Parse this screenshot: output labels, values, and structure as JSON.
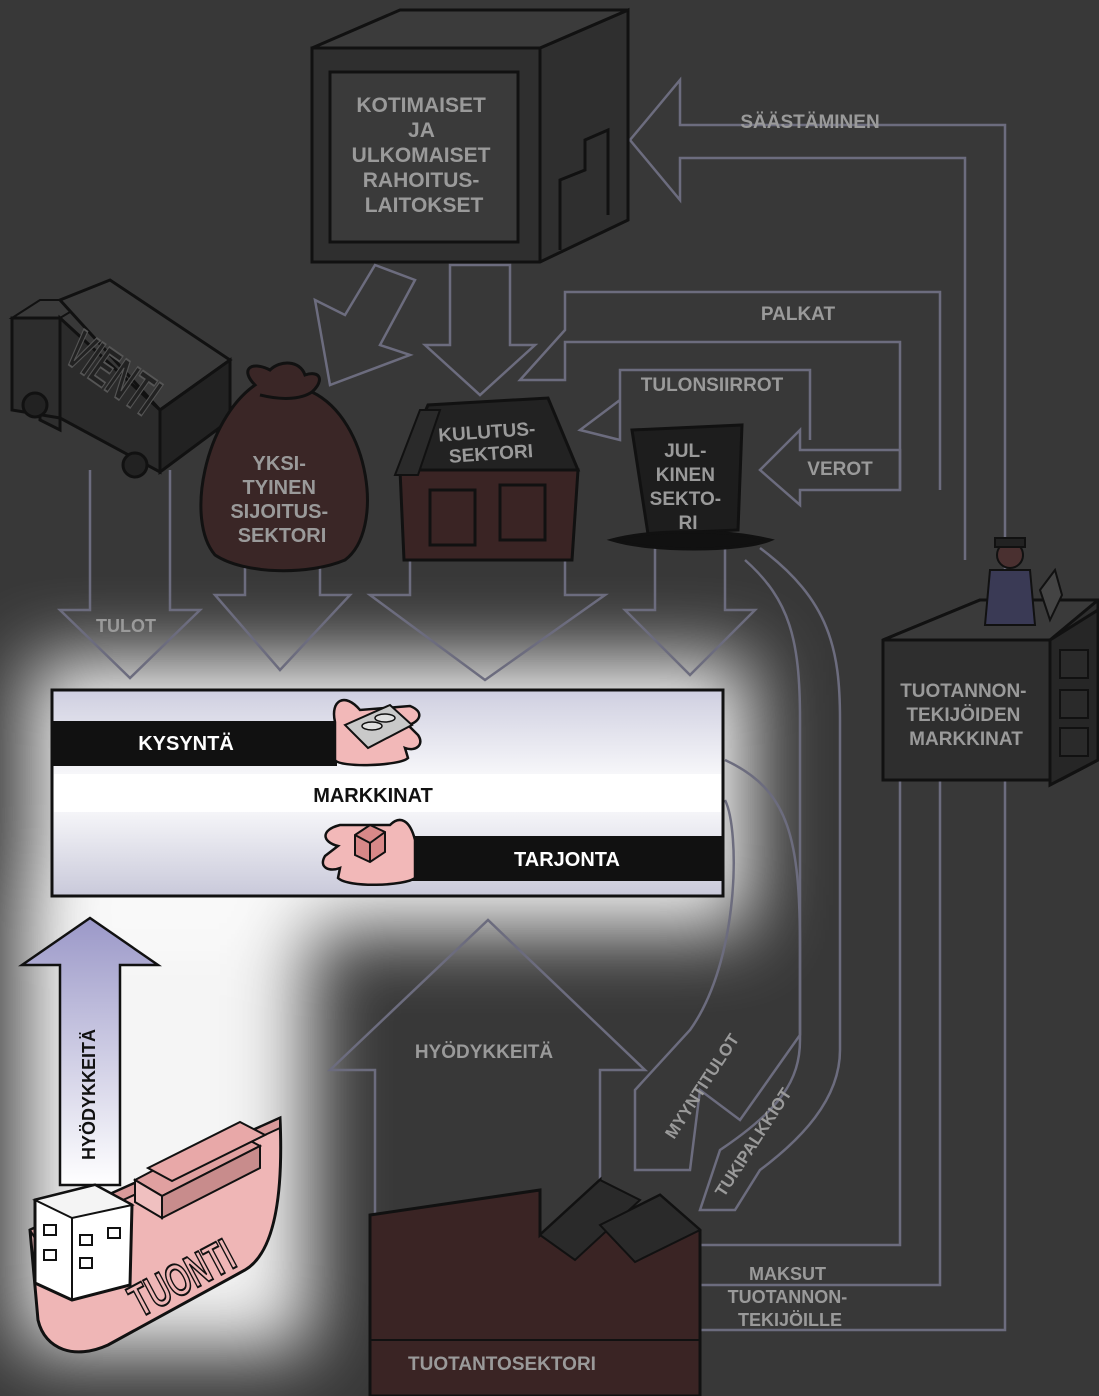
{
  "finance": {
    "lines": [
      "KOTIMAISET",
      "JA",
      "ULKOMAISET",
      "RAHOITUS-",
      "LAITOKSET"
    ]
  },
  "flows": {
    "saastaminen": "SÄÄSTÄMINEN",
    "palkat": "PALKAT",
    "tulonsiirrot": "TULONSIIRROT",
    "verot": "VEROT",
    "tulot": "TULOT",
    "hyodykkeita_up": "HYÖDYKKEITÄ",
    "hyodykkeita_import": "HYÖDYKKEITÄ",
    "myyntitulot": "MYYNTITULOT",
    "tukipalkkiot": "TUKIPALKKIOT",
    "maksut": [
      "MAKSUT",
      "TUOTANNON-",
      "TEKIJÖILLE"
    ]
  },
  "sectors": {
    "vienti": "VIENTI",
    "investment": [
      "YKSI-",
      "TYINEN",
      "SIJOITUS-",
      "SEKTORI"
    ],
    "consumption": [
      "KULUTUS-",
      "SEKTORI"
    ],
    "public": [
      "JUL-",
      "KINEN",
      "SEKTO-",
      "RI"
    ],
    "factor_markets": [
      "TUOTANNON-",
      "TEKIJÖIDEN",
      "MARKKINAT"
    ],
    "production": "TUOTANTOSEKTORI",
    "tuonti": "TUONTI"
  },
  "market": {
    "kysynta": "KYSYNTÄ",
    "markkinat": "MARKKINAT",
    "tarjonta": "TARJONTA"
  },
  "colors": {
    "background": "#383838",
    "dim_outline": "#6a6a78",
    "highlight_glow": "#ffffff",
    "skin": "#f2b8b8",
    "ship_hull": "#efb6b6",
    "market_band": "#e4e4ee"
  }
}
